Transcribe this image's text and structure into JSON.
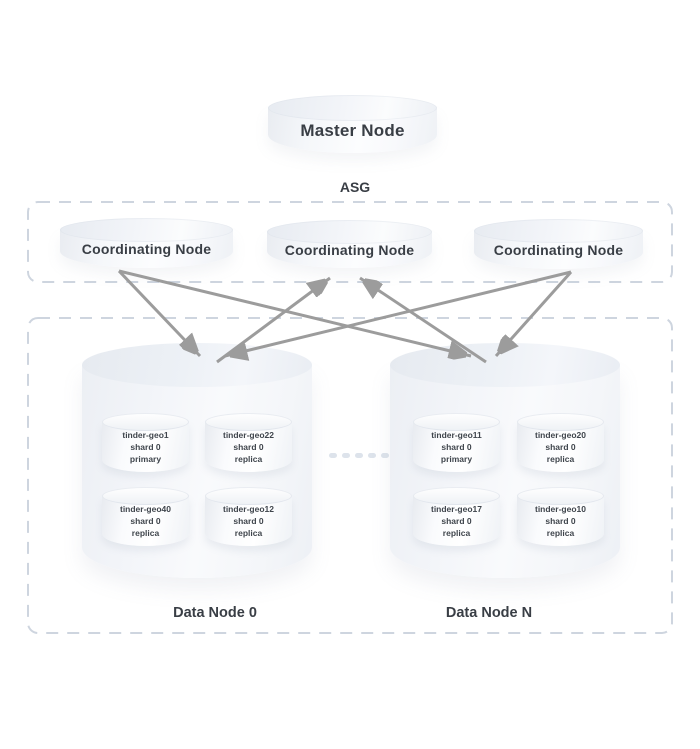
{
  "diagram": {
    "master_node": {
      "label": "Master Node"
    },
    "asg": {
      "label": "ASG"
    },
    "coordinating_nodes": [
      {
        "label": "Coordinating Node"
      },
      {
        "label": "Coordinating Node"
      },
      {
        "label": "Coordinating Node"
      }
    ],
    "data_nodes": [
      {
        "label": "Data Node 0",
        "shards": [
          {
            "name": "tinder-geo1",
            "shard": "shard 0",
            "role": "primary"
          },
          {
            "name": "tinder-geo22",
            "shard": "shard 0",
            "role": "replica"
          },
          {
            "name": "tinder-geo40",
            "shard": "shard 0",
            "role": "replica"
          },
          {
            "name": "tinder-geo12",
            "shard": "shard 0",
            "role": "replica"
          }
        ]
      },
      {
        "label": "Data Node N",
        "shards": [
          {
            "name": "tinder-geo11",
            "shard": "shard 0",
            "role": "primary"
          },
          {
            "name": "tinder-geo20",
            "shard": "shard 0",
            "role": "replica"
          },
          {
            "name": "tinder-geo17",
            "shard": "shard 0",
            "role": "replica"
          },
          {
            "name": "tinder-geo10",
            "shard": "shard 0",
            "role": "replica"
          }
        ]
      }
    ],
    "colors": {
      "arrow": "#9c9c9c",
      "dashed_border": "#ced5df",
      "text": "#393e45",
      "cylinder_light": "#f5f7fa",
      "cylinder_shade": "#e9ecf1",
      "dot": "#dde3eb",
      "background": "#ffffff"
    }
  }
}
